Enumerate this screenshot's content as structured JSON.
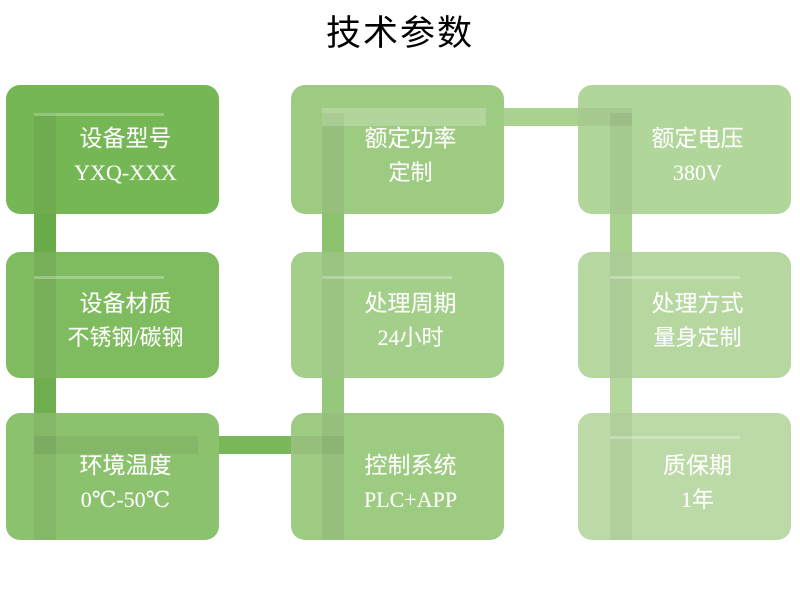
{
  "title": "技术参数",
  "palette": {
    "card_1": "#76b755",
    "card_2": "#9ecb82",
    "card_3": "#b1d69a",
    "card_4": "#7fbb5f",
    "card_5": "#a4cf8a",
    "card_6": "#b6d8a0",
    "card_7": "#8cc26e",
    "card_8": "#9ecb82",
    "card_9": "#bcdaa7",
    "connector_dark": "#69ab48",
    "connector_mid": "#7fbb5f",
    "connector_light": "#a9d28f",
    "accent_dark": "#67aa47",
    "accent_mid": "#8cc36f",
    "accent_light": "#a9d291",
    "text": "#ffffff",
    "title_text": "#000000",
    "background": "#ffffff"
  },
  "cards": [
    {
      "id": "device-model",
      "label": "设备型号",
      "value": "YXQ-XXX"
    },
    {
      "id": "rated-power",
      "label": "额定功率",
      "value": "定制"
    },
    {
      "id": "rated-voltage",
      "label": "额定电压",
      "value": "380V"
    },
    {
      "id": "device-material",
      "label": "设备材质",
      "value": "不锈钢/碳钢"
    },
    {
      "id": "processing-cycle",
      "label": "处理周期",
      "value": "24小时"
    },
    {
      "id": "processing-method",
      "label": "处理方式",
      "value": "量身定制"
    },
    {
      "id": "ambient-temperature",
      "label": "环境温度",
      "value": "0℃-50℃"
    },
    {
      "id": "control-system",
      "label": "控制系统",
      "value": "PLC+APP"
    },
    {
      "id": "warranty-period",
      "label": "质保期",
      "value": "1年"
    }
  ]
}
